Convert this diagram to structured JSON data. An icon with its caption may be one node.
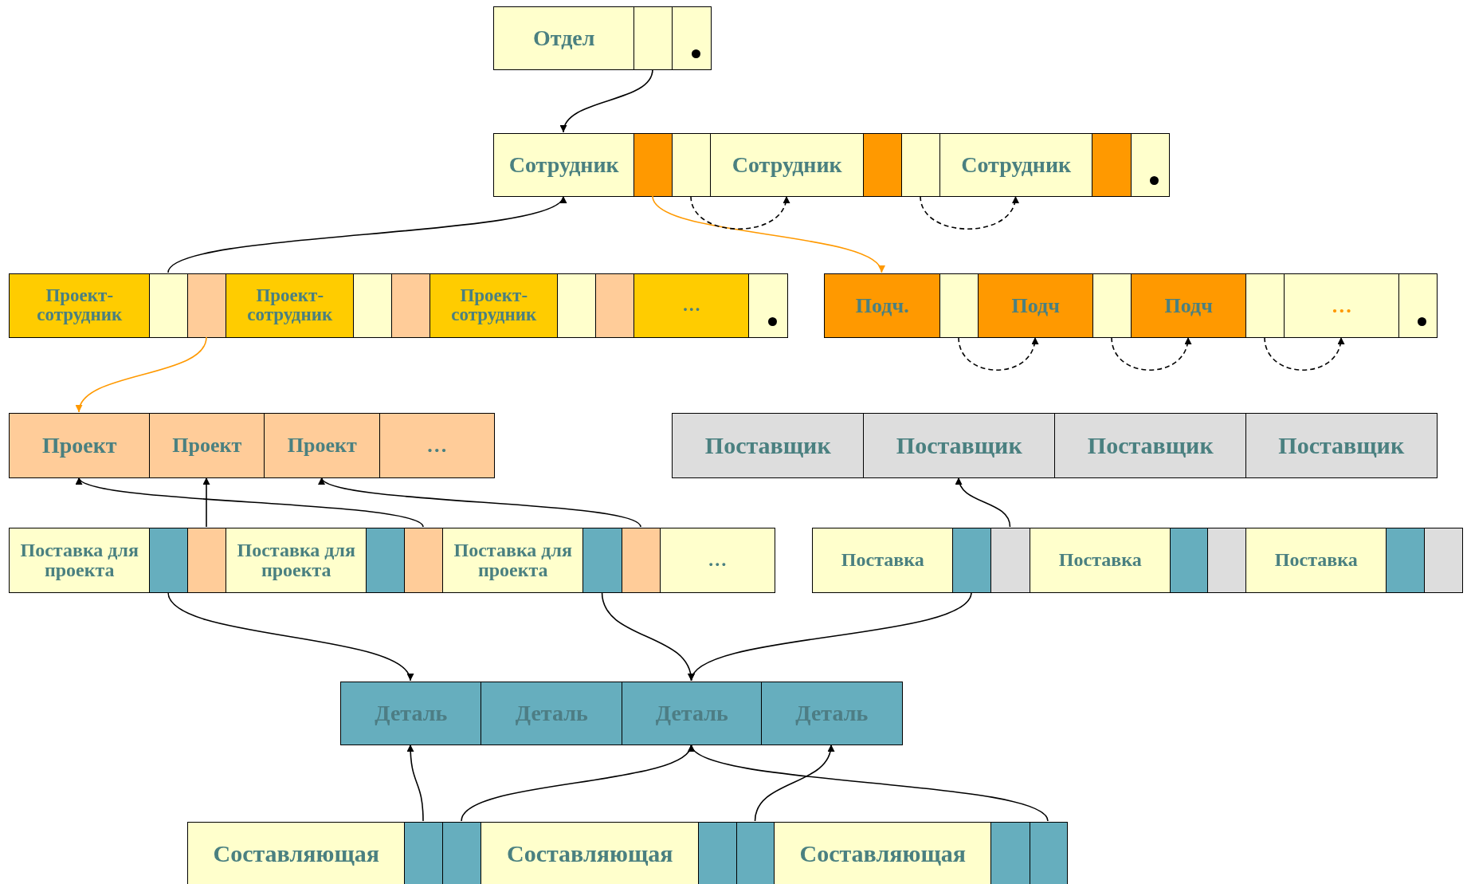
{
  "diagram": {
    "nodes": [
      {
        "text": [
          "Отдел"
        ]
      },
      {
        "text": [],
        "shape": "box"
      },
      {
        "text": [],
        "shape": "box"
      },
      {
        "text": [
          "Сотрудник"
        ]
      },
      {
        "text": [],
        "shape": "box"
      },
      {
        "text": [],
        "shape": "box"
      },
      {
        "text": [
          "Сотрудник"
        ]
      },
      {
        "text": [],
        "shape": "box"
      },
      {
        "text": [],
        "shape": "box"
      },
      {
        "text": [
          "Сотрудник"
        ]
      },
      {
        "text": [],
        "shape": "box"
      },
      {
        "text": [],
        "shape": "box"
      },
      {
        "text": [
          "Проект-сотрудник"
        ]
      },
      {
        "text": [],
        "shape": "box"
      },
      {
        "text": [],
        "shape": "box"
      },
      {
        "text": [
          "Проект-сотрудник"
        ]
      },
      {
        "text": [],
        "shape": "box"
      },
      {
        "text": [],
        "shape": "box"
      },
      {
        "text": [
          "Проект-сотрудник"
        ]
      },
      {
        "text": [],
        "shape": "box"
      },
      {
        "text": [],
        "shape": "box"
      },
      {
        "text": [
          "…"
        ]
      },
      {
        "text": [],
        "shape": "box"
      },
      {
        "text": [
          "Подч."
        ]
      },
      {
        "text": [],
        "shape": "box"
      },
      {
        "text": [
          "Подч"
        ]
      },
      {
        "text": [],
        "shape": "box"
      },
      {
        "text": [
          "Подч"
        ]
      },
      {
        "text": [],
        "shape": "box"
      },
      {
        "text": [
          "…"
        ]
      },
      {
        "text": [],
        "shape": "box"
      },
      {
        "text": [
          "Проект"
        ]
      },
      {
        "text": [
          "Проект"
        ]
      },
      {
        "text": [
          "Проект"
        ]
      },
      {
        "text": [
          "…"
        ]
      },
      {
        "text": [
          "Поставщик"
        ]
      },
      {
        "text": [
          "Поставщик"
        ]
      },
      {
        "text": [
          "Поставщик"
        ]
      },
      {
        "text": [
          "Поставщик"
        ]
      },
      {
        "text": [
          "Поставка для проекта"
        ]
      },
      {
        "text": [],
        "shape": "box"
      },
      {
        "text": [],
        "shape": "box"
      },
      {
        "text": [
          "Поставка для проекта"
        ]
      },
      {
        "text": [],
        "shape": "box"
      },
      {
        "text": [],
        "shape": "box"
      },
      {
        "text": [
          "Поставка для проекта"
        ]
      },
      {
        "text": [],
        "shape": "box"
      },
      {
        "text": [],
        "shape": "box"
      },
      {
        "text": [
          "…"
        ]
      },
      {
        "text": [
          "Поставка"
        ]
      },
      {
        "text": [],
        "shape": "box"
      },
      {
        "text": [],
        "shape": "box"
      },
      {
        "text": [
          "Поставка"
        ]
      },
      {
        "text": [],
        "shape": "box"
      },
      {
        "text": [],
        "shape": "box"
      },
      {
        "text": [
          "Поставка"
        ]
      },
      {
        "text": [],
        "shape": "box"
      },
      {
        "text": [],
        "shape": "box"
      },
      {
        "text": [
          "Деталь"
        ]
      },
      {
        "text": [
          "Деталь"
        ]
      },
      {
        "text": [
          "Деталь"
        ]
      },
      {
        "text": [
          "Деталь"
        ]
      },
      {
        "text": [
          "Составляющая"
        ]
      },
      {
        "text": [],
        "shape": "box"
      },
      {
        "text": [],
        "shape": "box"
      },
      {
        "text": [
          "Составляющая"
        ]
      },
      {
        "text": [],
        "shape": "box"
      },
      {
        "text": [],
        "shape": "box"
      },
      {
        "text": [
          "Составляющая"
        ]
      },
      {
        "text": [],
        "shape": "box"
      },
      {
        "text": [],
        "shape": "box"
      }
    ],
    "edges": [
      {
        "from": 1,
        "to": 3,
        "arrow": "to"
      },
      {
        "from": 4,
        "to": 23,
        "arrow": "to",
        "color": "#ff9900"
      },
      {
        "from": 5,
        "to": 6,
        "arrow": "to",
        "style": "dashed"
      },
      {
        "from": 8,
        "to": 9,
        "arrow": "to",
        "style": "dashed"
      },
      {
        "from": 13,
        "to": 3,
        "arrow": "to"
      },
      {
        "from": 14,
        "to": 31,
        "arrow": "to",
        "color": "#ff9900"
      },
      {
        "from": 24,
        "to": 25,
        "arrow": "to",
        "style": "dashed"
      },
      {
        "from": 26,
        "to": 27,
        "arrow": "to",
        "style": "dashed"
      },
      {
        "from": 28,
        "to": 29,
        "arrow": "to",
        "style": "dashed"
      },
      {
        "from": 41,
        "to": 32,
        "arrow": "to"
      },
      {
        "from": 44,
        "to": 31,
        "arrow": "to"
      },
      {
        "from": 47,
        "to": 33,
        "arrow": "to"
      },
      {
        "from": 51,
        "to": 36,
        "arrow": "to"
      },
      {
        "from": 40,
        "to": 58,
        "arrow": "to"
      },
      {
        "from": 46,
        "to": 60,
        "arrow": "to"
      },
      {
        "from": 50,
        "to": 60,
        "arrow": "to"
      },
      {
        "from": 63,
        "to": 58,
        "arrow": "to"
      },
      {
        "from": 64,
        "to": 60,
        "arrow": "to"
      },
      {
        "from": 67,
        "to": 61,
        "arrow": "to"
      },
      {
        "from": 70,
        "to": 60,
        "arrow": "to"
      }
    ]
  }
}
